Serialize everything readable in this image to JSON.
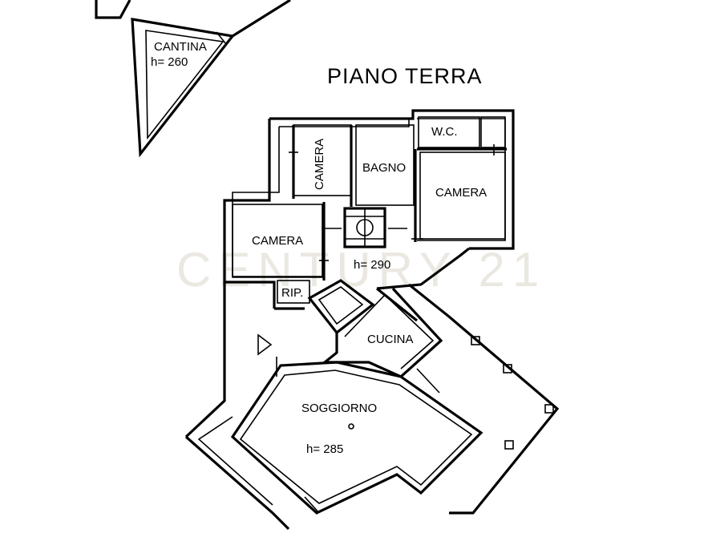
{
  "plan": {
    "title": "PIANO TERRA",
    "watermark": "CENTURY 21",
    "rooms": {
      "cantina": {
        "name": "CANTINA",
        "height": "h= 260"
      },
      "camera_top": {
        "name": "CAMERA"
      },
      "bagno": {
        "name": "BAGNO"
      },
      "wc": {
        "name": "W.C."
      },
      "camera_right": {
        "name": "CAMERA"
      },
      "camera_left": {
        "name": "CAMERA"
      },
      "rip": {
        "name": "RIP."
      },
      "cucina": {
        "name": "CUCINA"
      },
      "soggiorno": {
        "name": "SOGGIORNO",
        "height": "h= 285"
      }
    },
    "zone_height": "h= 290"
  }
}
